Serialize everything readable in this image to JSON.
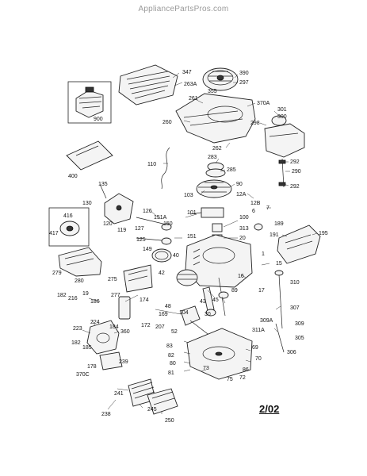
{
  "watermark": "AppliancePartsPros.com",
  "revision": "2/02",
  "callouts": [
    {
      "id": "c347",
      "label": "347"
    },
    {
      "id": "c263A",
      "label": "263A"
    },
    {
      "id": "c390",
      "label": "390"
    },
    {
      "id": "c355",
      "label": "355"
    },
    {
      "id": "c297",
      "label": "297"
    },
    {
      "id": "c261",
      "label": "261"
    },
    {
      "id": "c370A",
      "label": "370A"
    },
    {
      "id": "c900",
      "label": "900"
    },
    {
      "id": "c260",
      "label": "260"
    },
    {
      "id": "c301",
      "label": "301"
    },
    {
      "id": "c300",
      "label": "300"
    },
    {
      "id": "c298",
      "label": "298"
    },
    {
      "id": "c262",
      "label": "262"
    },
    {
      "id": "c283",
      "label": "283"
    },
    {
      "id": "c285",
      "label": "285"
    },
    {
      "id": "c292a",
      "label": "292"
    },
    {
      "id": "c290",
      "label": "290"
    },
    {
      "id": "c292b",
      "label": "292"
    },
    {
      "id": "c400",
      "label": "400"
    },
    {
      "id": "c110",
      "label": "110"
    },
    {
      "id": "c90",
      "label": "90"
    },
    {
      "id": "c135",
      "label": "135"
    },
    {
      "id": "c103",
      "label": "103"
    },
    {
      "id": "c12A",
      "label": "12A"
    },
    {
      "id": "c12B",
      "label": "12B"
    },
    {
      "id": "c6",
      "label": "6"
    },
    {
      "id": "c130",
      "label": "130"
    },
    {
      "id": "c120",
      "label": "120"
    },
    {
      "id": "c119",
      "label": "119"
    },
    {
      "id": "c126",
      "label": "126"
    },
    {
      "id": "c151A",
      "label": "151A"
    },
    {
      "id": "c101",
      "label": "101"
    },
    {
      "id": "c150",
      "label": "150"
    },
    {
      "id": "c100",
      "label": "100"
    },
    {
      "id": "c313",
      "label": "313"
    },
    {
      "id": "c20",
      "label": "20"
    },
    {
      "id": "c7",
      "label": "7"
    },
    {
      "id": "c189",
      "label": "189"
    },
    {
      "id": "c191",
      "label": "191"
    },
    {
      "id": "c195",
      "label": "195"
    },
    {
      "id": "c416",
      "label": "416"
    },
    {
      "id": "c417",
      "label": "417"
    },
    {
      "id": "c127",
      "label": "127"
    },
    {
      "id": "c125",
      "label": "125"
    },
    {
      "id": "c151",
      "label": "151"
    },
    {
      "id": "c40",
      "label": "40"
    },
    {
      "id": "c149",
      "label": "149"
    },
    {
      "id": "c279",
      "label": "279"
    },
    {
      "id": "c280",
      "label": "280"
    },
    {
      "id": "c275",
      "label": "275"
    },
    {
      "id": "c42",
      "label": "42"
    },
    {
      "id": "c1",
      "label": "1"
    },
    {
      "id": "c15",
      "label": "15"
    },
    {
      "id": "c16",
      "label": "16"
    },
    {
      "id": "c310",
      "label": "310"
    },
    {
      "id": "c17",
      "label": "17"
    },
    {
      "id": "c182a",
      "label": "182"
    },
    {
      "id": "c216",
      "label": "216"
    },
    {
      "id": "c186",
      "label": "186"
    },
    {
      "id": "c19",
      "label": "19"
    },
    {
      "id": "c277",
      "label": "277"
    },
    {
      "id": "c174",
      "label": "174"
    },
    {
      "id": "c43",
      "label": "43"
    },
    {
      "id": "c45",
      "label": "45"
    },
    {
      "id": "c89",
      "label": "89"
    },
    {
      "id": "c48",
      "label": "48"
    },
    {
      "id": "c169",
      "label": "169"
    },
    {
      "id": "c104",
      "label": "104"
    },
    {
      "id": "c30",
      "label": "30"
    },
    {
      "id": "c307",
      "label": "307"
    },
    {
      "id": "c224",
      "label": "224"
    },
    {
      "id": "c223",
      "label": "223"
    },
    {
      "id": "c184",
      "label": "184"
    },
    {
      "id": "c360",
      "label": "360"
    },
    {
      "id": "c172",
      "label": "172"
    },
    {
      "id": "c207",
      "label": "207"
    },
    {
      "id": "c309A",
      "label": "309A"
    },
    {
      "id": "c311A",
      "label": "311A"
    },
    {
      "id": "c309",
      "label": "309"
    },
    {
      "id": "c182b",
      "label": "182"
    },
    {
      "id": "c185",
      "label": "185"
    },
    {
      "id": "c52",
      "label": "52"
    },
    {
      "id": "c83",
      "label": "83"
    },
    {
      "id": "c82",
      "label": "82"
    },
    {
      "id": "c80",
      "label": "80"
    },
    {
      "id": "c81",
      "label": "81"
    },
    {
      "id": "c69",
      "label": "69"
    },
    {
      "id": "c70",
      "label": "70"
    },
    {
      "id": "c305",
      "label": "305"
    },
    {
      "id": "c306",
      "label": "306"
    },
    {
      "id": "c239",
      "label": "239"
    },
    {
      "id": "c178",
      "label": "178"
    },
    {
      "id": "c370C",
      "label": "370C"
    },
    {
      "id": "c73",
      "label": "73"
    },
    {
      "id": "c86",
      "label": "86"
    },
    {
      "id": "c75",
      "label": "75"
    },
    {
      "id": "c72",
      "label": "72"
    },
    {
      "id": "c241",
      "label": "241"
    },
    {
      "id": "c238",
      "label": "238"
    },
    {
      "id": "c245",
      "label": "245"
    },
    {
      "id": "c250",
      "label": "250"
    }
  ]
}
